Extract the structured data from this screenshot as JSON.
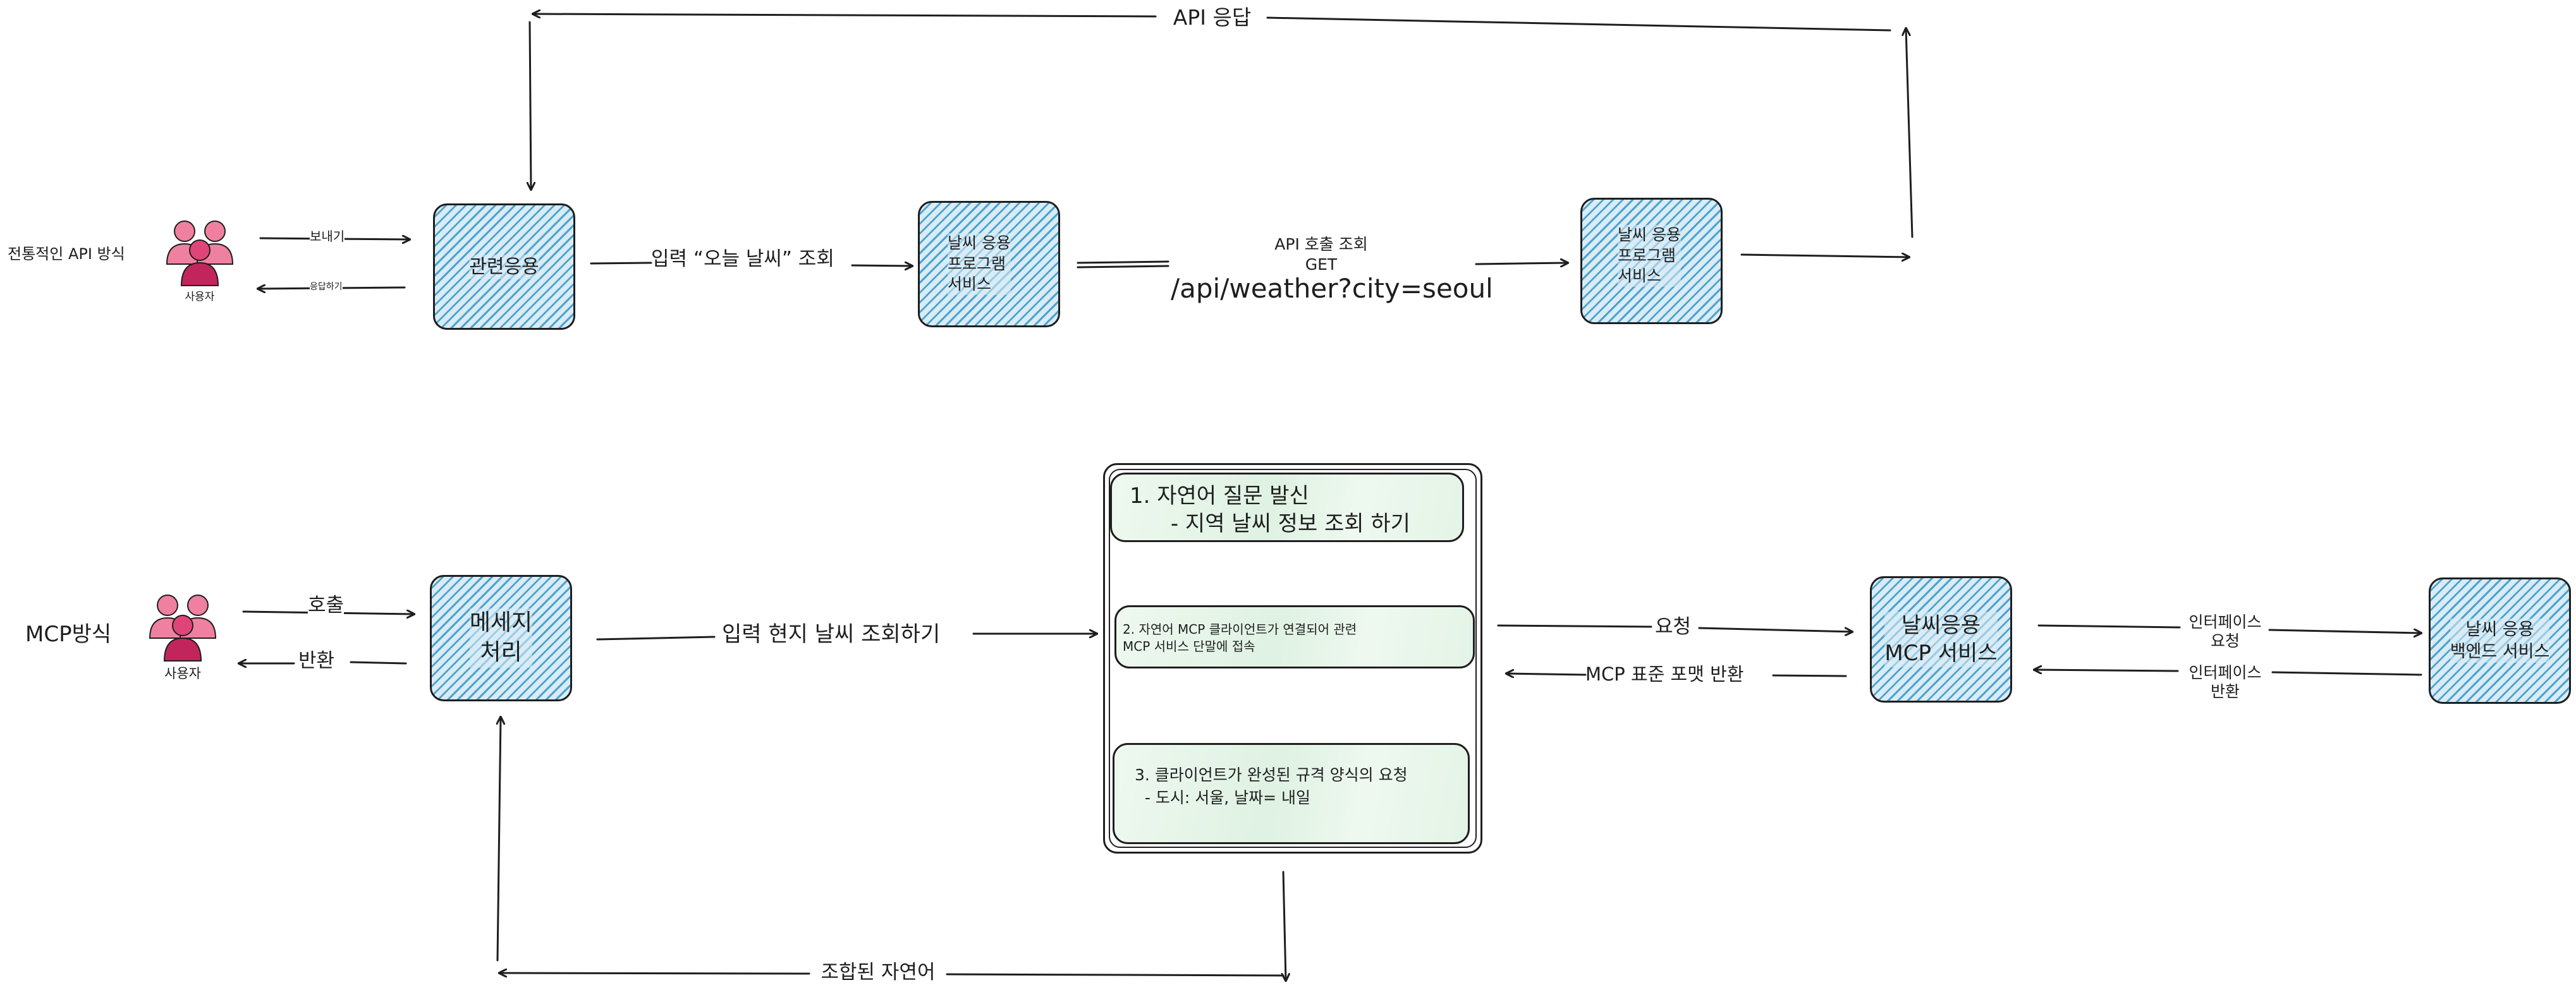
{
  "colors": {
    "stroke": "#1e1e1e",
    "blue_fill": "#4ea3cf",
    "green_fill": "#dff2e3",
    "user_light": "#f080a0",
    "user_mid": "#e0457a",
    "user_dark": "#c2255c"
  },
  "top": {
    "section_label": "전통적인 API 방식",
    "user_label": "사용자",
    "send_label": "보내기",
    "reply_label": "응답하기",
    "box_related_app": "관련응용",
    "input_label": "입력 “오늘 날씨” 조회",
    "box_weather_app_1": "날씨 응용\n프로그램\n서비스",
    "api_call_title": "API 호출 조회",
    "api_method": "GET",
    "api_path": "/api/weather?city=seoul",
    "box_weather_app_2": "날씨 응용\n프로그램\n서비스",
    "api_response_label": "API 응답"
  },
  "bottom": {
    "section_label": "MCP방식",
    "user_label": "사용자",
    "call_label": "호출",
    "return_label": "반환",
    "box_message": "메세지\n처리",
    "input_label": "입력 현지 날씨 조회하기",
    "step1": "1. 자연어 질문 발신\n      - 지역 날씨 정보 조회 하기",
    "step2": "2. 자연어 MCP 클라이언트가 연결되어 관련\nMCP 서비스 단말에 접속",
    "step3": "3. 클라이언트가 완성된 규격 양식의 요청\n  - 도시: 서울, 날짜= 내일",
    "request_label": "요청",
    "mcp_return_label": "MCP 표준 포맷 반환",
    "box_mcp_service": "날씨응용\nMCP 서비스",
    "interface_request": "인터페이스\n요청",
    "interface_return": "인터페이스\n반환",
    "box_backend": "날씨 응용\n백엔드 서비스",
    "combined_label": "조합된 자연어"
  }
}
